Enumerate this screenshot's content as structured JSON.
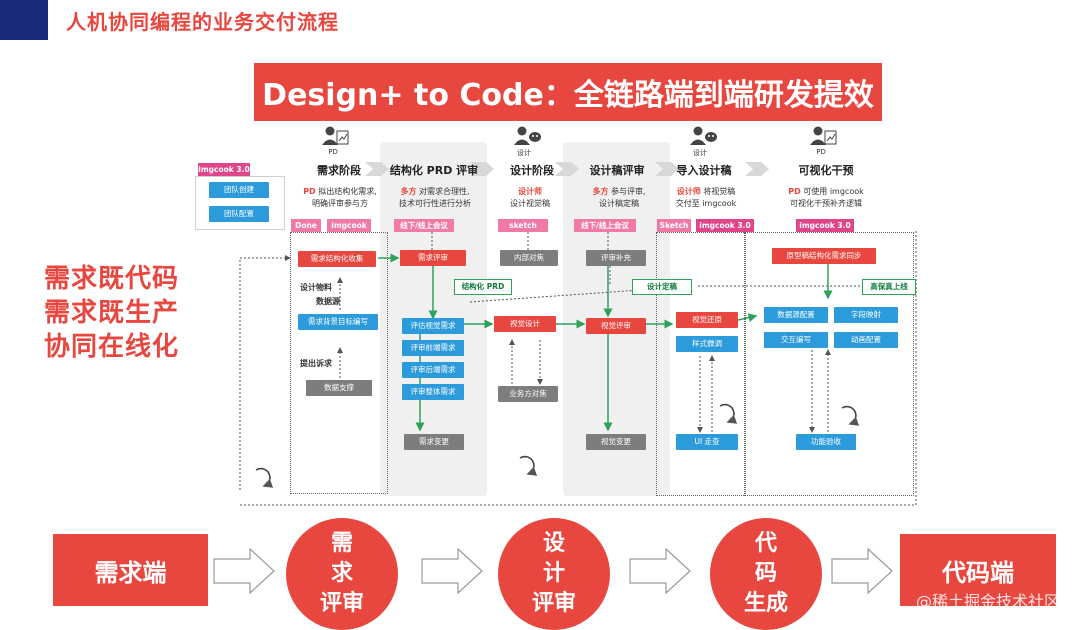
{
  "header": {
    "title": "人机协同编程的业务交付流程"
  },
  "banner": {
    "title": "Design+ to Code：全链路端到端研发提效"
  },
  "slogans": [
    "需求既代码",
    "需求既生产",
    "协同在线化"
  ],
  "imgcook_panel": {
    "tag": "imgcook 3.0",
    "buttons": [
      "团队创建",
      "团队配置"
    ]
  },
  "stages": [
    {
      "title": "需求阶段",
      "role": "PD",
      "desc_hl": "PD",
      "desc1": " 拟出结构化需求,",
      "desc2": "明确评审参与方",
      "tags": [
        "Done",
        "imgcook"
      ]
    },
    {
      "title": "结构化 PRD 评审",
      "role": "",
      "desc_hl": "多方",
      "desc1": " 对需求合理性,",
      "desc2": "技术可行性进行分析",
      "tags": [
        "线下/线上会议"
      ]
    },
    {
      "title": "设计阶段",
      "role": "设计",
      "desc_hl": "设计师",
      "desc1": "",
      "desc2": "设计视觉稿",
      "tags": [
        "sketch"
      ]
    },
    {
      "title": "设计稿评审",
      "role": "",
      "desc_hl": "多方",
      "desc1": " 参与评审,",
      "desc2": "设计稿定稿",
      "tags": [
        "线下/线上会议"
      ]
    },
    {
      "title": "导入设计稿",
      "role": "设计",
      "desc_hl": "设计师",
      "desc1": " 将视觉稿",
      "desc2": "交付至 imgcook",
      "tags": [
        "Sketch",
        "imgcook 3.0"
      ]
    },
    {
      "title": "可视化干预",
      "role": "PD",
      "desc_hl": "PD",
      "desc1": " 可使用 imgcook",
      "desc2": "可视化干预补齐逻辑",
      "tags": [
        "imgcook 3.0"
      ]
    }
  ],
  "flow": {
    "req_struct": "需求结构化收集",
    "design_material": "设计物料",
    "data_source": "数据源",
    "req_bg": "需求背景目标编写",
    "raise": "提出诉求",
    "data_support": "数据支撑",
    "req_review": "需求评审",
    "eval_visual": "评估视觉需求",
    "review_fe": "评审前端需求",
    "review_be": "评审后端需求",
    "review_all": "评审整体需求",
    "req_change": "需求变更",
    "struct_prd": "结构化 PRD",
    "internal_align": "内部对焦",
    "visual_design": "视觉设计",
    "biz_align": "业务方对焦",
    "review_supp": "评审补充",
    "design_final": "设计定稿",
    "visual_review": "视觉评审",
    "visual_change": "视觉变更",
    "visual_restore": "视觉还原",
    "style_tweak": "样式微调",
    "ui_walk": "UI 走查",
    "proto_sync": "原型稿结构化需求同步",
    "hifi_online": "高保真上线",
    "ds_config": "数据源配置",
    "field_map": "字段映射",
    "interaction": "交互编写",
    "anim": "动画配置",
    "func_accept": "功能验收"
  },
  "bottom": {
    "left": "需求端",
    "c1": [
      "需",
      "求",
      "评审"
    ],
    "c2": [
      "设",
      "计",
      "评审"
    ],
    "c3": [
      "代",
      "码",
      "生成"
    ],
    "right": "代码端"
  },
  "watermark": "@稀土掘金技术社区"
}
